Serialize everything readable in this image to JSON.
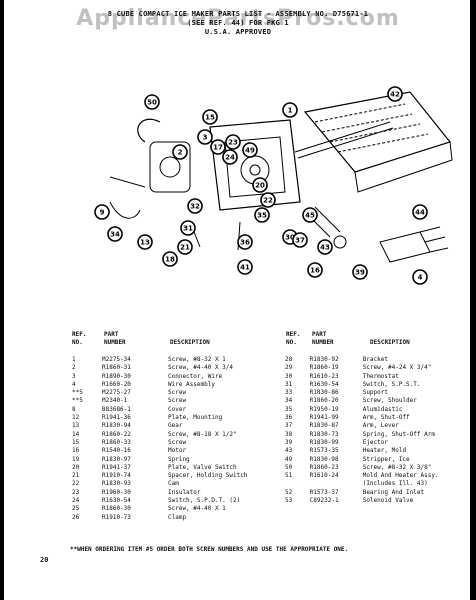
{
  "watermark": "AppliancePartsPros.com",
  "header": {
    "line1": "8 CUBE COMPACT ICE MAKER PARTS LIST - ASSEMBLY NO. D75671-1",
    "line2": "(SEE REF. 44) FOR PKG 1",
    "line3": "U.S.A. APPROVED"
  },
  "callouts": [
    "50",
    "2",
    "3",
    "15",
    "17",
    "23",
    "24",
    "49",
    "1",
    "42",
    "44",
    "4",
    "9",
    "34",
    "13",
    "21",
    "20",
    "22",
    "31",
    "32",
    "35",
    "30",
    "37",
    "45",
    "18",
    "41",
    "16",
    "39",
    "43",
    "36"
  ],
  "table": {
    "headers": {
      "ref_line1": "REF.",
      "ref_line2": "NO.",
      "part_line1": "PART",
      "part_line2": "NUMBER",
      "desc": "DESCRIPTION"
    },
    "left": [
      {
        "ref": "1",
        "part": "M2275-34",
        "desc": "Screw, #8-32 X 1"
      },
      {
        "ref": "2",
        "part": "R1860-31",
        "desc": "Screw, #4-40 X 3/4"
      },
      {
        "ref": "3",
        "part": "R1890-30",
        "desc": "Connector, Wire"
      },
      {
        "ref": "4",
        "part": "R1660-20",
        "desc": "Wire Assembly"
      },
      {
        "ref": "**5",
        "part": "M2275-27",
        "desc": "Screw"
      },
      {
        "ref": "**5",
        "part": "M2340-1",
        "desc": "Screw"
      },
      {
        "ref": "8",
        "part": "B83686-1",
        "desc": "Cover"
      },
      {
        "ref": "12",
        "part": "R1941-36",
        "desc": "Plate, Mounting"
      },
      {
        "ref": "13",
        "part": "R1830-94",
        "desc": "Gear"
      },
      {
        "ref": "14",
        "part": "R1860-22",
        "desc": "Screw, #8-18 X 1/2\""
      },
      {
        "ref": "15",
        "part": "R1860-33",
        "desc": "Screw"
      },
      {
        "ref": "16",
        "part": "R1540-16",
        "desc": "Motor"
      },
      {
        "ref": "19",
        "part": "R1830-97",
        "desc": "Spring"
      },
      {
        "ref": "20",
        "part": "R1941-37",
        "desc": "Plate, Valve Switch"
      },
      {
        "ref": "21",
        "part": "R1910-74",
        "desc": "Spacer, Holding Switch"
      },
      {
        "ref": "22",
        "part": "R1830-93",
        "desc": "Cam"
      },
      {
        "ref": "23",
        "part": "R1960-30",
        "desc": "Insulator"
      },
      {
        "ref": "24",
        "part": "R1630-54",
        "desc": "Switch, S.P.D.T. (2)"
      },
      {
        "ref": "25",
        "part": "R1860-30",
        "desc": "Screw, #4-40 X 1"
      },
      {
        "ref": "26",
        "part": "R1910-73",
        "desc": "Clamp"
      }
    ],
    "right": [
      {
        "ref": "28",
        "part": "R1830-92",
        "desc": "Bracket"
      },
      {
        "ref": "29",
        "part": "R1860-19",
        "desc": "Screw, #4-24 X 3/4\""
      },
      {
        "ref": "30",
        "part": "R1610-23",
        "desc": "Thermostat"
      },
      {
        "ref": "31",
        "part": "R1630-54",
        "desc": "Switch, S.P.S.T."
      },
      {
        "ref": "33",
        "part": "R1830-86",
        "desc": "Support"
      },
      {
        "ref": "34",
        "part": "R1860-20",
        "desc": "Screw, Shoulder"
      },
      {
        "ref": "35",
        "part": "R1950-19",
        "desc": "Alumidastic"
      },
      {
        "ref": "36",
        "part": "R1941-99",
        "desc": "Arm, Shut-Off"
      },
      {
        "ref": "37",
        "part": "R1830-87",
        "desc": "Arm, Lever"
      },
      {
        "ref": "38",
        "part": "R1830-73",
        "desc": "Spring, Shut-Off Arm"
      },
      {
        "ref": "39",
        "part": "R1830-99",
        "desc": "Ejector"
      },
      {
        "ref": "43",
        "part": "R1573-35",
        "desc": "Heater, Mold"
      },
      {
        "ref": "49",
        "part": "R1830-98",
        "desc": "Stripper, Ice"
      },
      {
        "ref": "50",
        "part": "R1860-23",
        "desc": "Screw, #8-32 X 3/8\""
      },
      {
        "ref": "51",
        "part": "R1610-24",
        "desc": "Mold And Heater Assy."
      },
      {
        "ref": "",
        "part": "",
        "desc": "(Includes Ill. 43)"
      },
      {
        "ref": "52",
        "part": "R1573-37",
        "desc": "Bearing And Inlet"
      },
      {
        "ref": "53",
        "part": "C89232-1",
        "desc": "Solenoid Valve"
      }
    ]
  },
  "footnote": "**WHEN ORDERING ITEM #5 ORDER BOTH SCREW NUMBERS AND USE THE APPROPRIATE ONE.",
  "page_number": "20"
}
